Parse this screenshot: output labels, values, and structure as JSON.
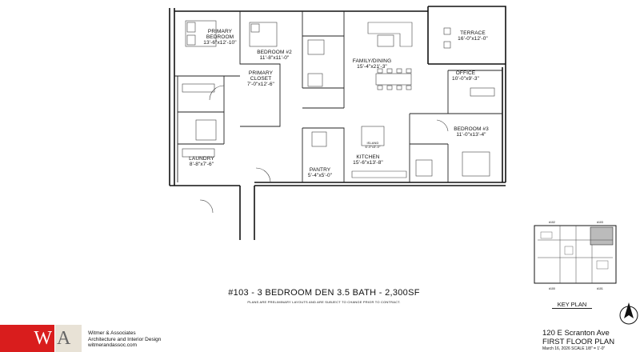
{
  "rooms": {
    "primary_bedroom": {
      "name1": "PRIMARY",
      "name2": "BEDROOM",
      "dim": "13'-6\"x12'-10\""
    },
    "bedroom2": {
      "name": "BEDROOM #2",
      "dim": "11'-8\"x11'-0\""
    },
    "primary_closet": {
      "name1": "PRIMARY",
      "name2": "CLOSET",
      "dim": "7'-0\"x12'-6\""
    },
    "family_dining": {
      "name": "FAMILY/DINING",
      "dim": "15'-4\"x21'-3\""
    },
    "terrace": {
      "name": "TERRACE",
      "dim": "16'-0\"x12'-0\""
    },
    "office": {
      "name": "OFFICE",
      "dim": "10'-0\"x9'-3\""
    },
    "bedroom3": {
      "name": "BEDROOM #3",
      "dim": "11'-0\"x13'-4\""
    },
    "island": {
      "name": "ISLAND",
      "dim": "6'-0\"x3'-0\""
    },
    "kitchen": {
      "name": "KITCHEN",
      "dim": "15'-6\"x13'-8\""
    },
    "pantry": {
      "name": "PANTRY",
      "dim": "5'-4\"x5'-0\""
    },
    "laundry": {
      "name": "LAUNDRY",
      "dim": "8'-8\"x7'-6\""
    }
  },
  "plan": {
    "title": "#103 - 3 BEDROOM  DEN 3.5 BATH - 2,300SF",
    "note": "PLANS ARE PRELIMINARY LAYOUTS AND ARE SUBJECT TO CHANGE PRIOR TO CONTRACT."
  },
  "firm": {
    "logo_left": "W",
    "logo_right": "A",
    "line1": "Witmer & Associates",
    "line2": "Architecture and Interior Design",
    "line3": "witmerandassoc.com"
  },
  "key_plan": {
    "label": "KEY PLAN",
    "units": [
      "#102",
      "#103",
      "#100",
      "#101"
    ]
  },
  "title_block": {
    "address": "120 E Scranton Ave",
    "sheet": "FIRST FLOOR PLAN",
    "date": "March 16, 2026   SCALE 1/8\" = 1'-0\""
  },
  "colors": {
    "logo_red": "#d91d1d",
    "logo_beige": "#e8e2d6",
    "wall": "#111111"
  },
  "icons": [
    "north-arrow-icon"
  ]
}
